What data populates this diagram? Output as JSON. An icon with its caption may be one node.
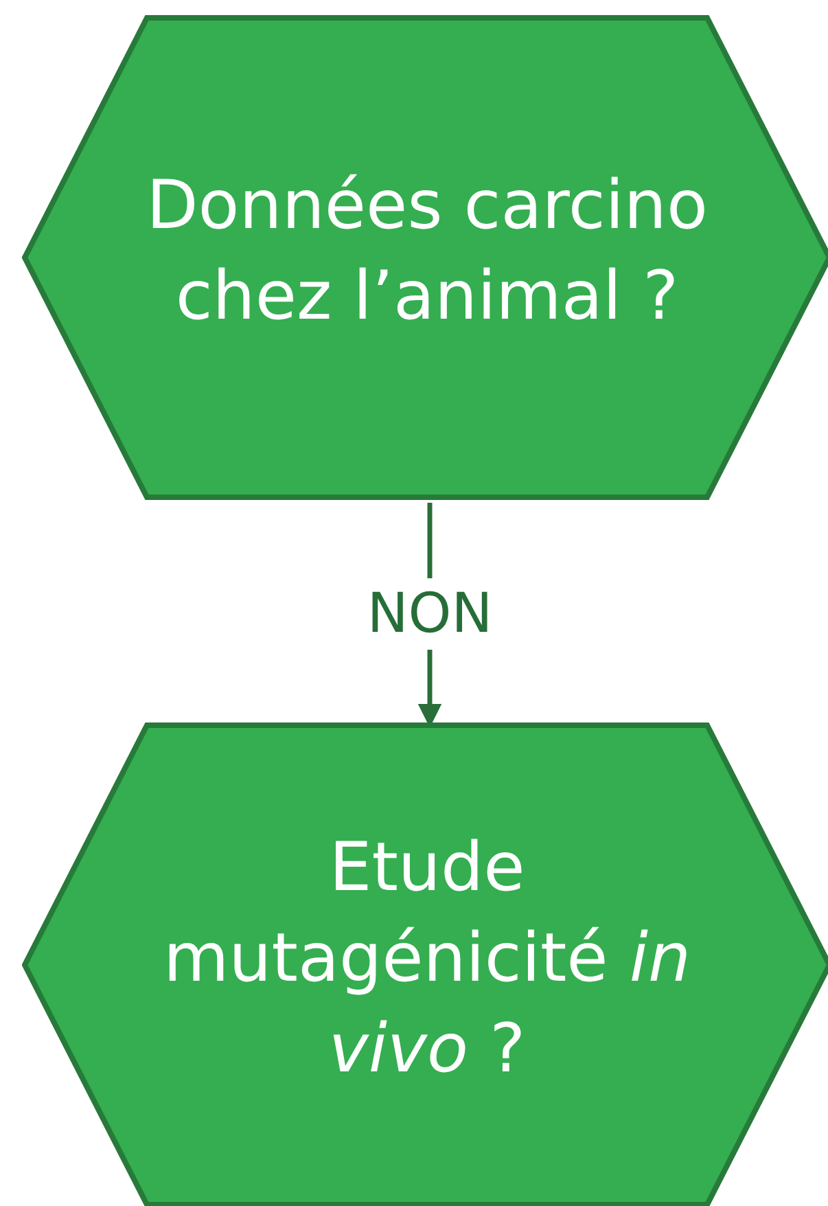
{
  "diagram": {
    "nodes": [
      {
        "text": [
          "Données carcino chez l’animal ?"
        ]
      },
      {
        "text": [
          "Etude mutagénicité *in vivo* ?"
        ]
      }
    ],
    "edges": [
      {
        "from": 0,
        "to": 1,
        "arrow": "to",
        "label": "NON"
      }
    ]
  }
}
